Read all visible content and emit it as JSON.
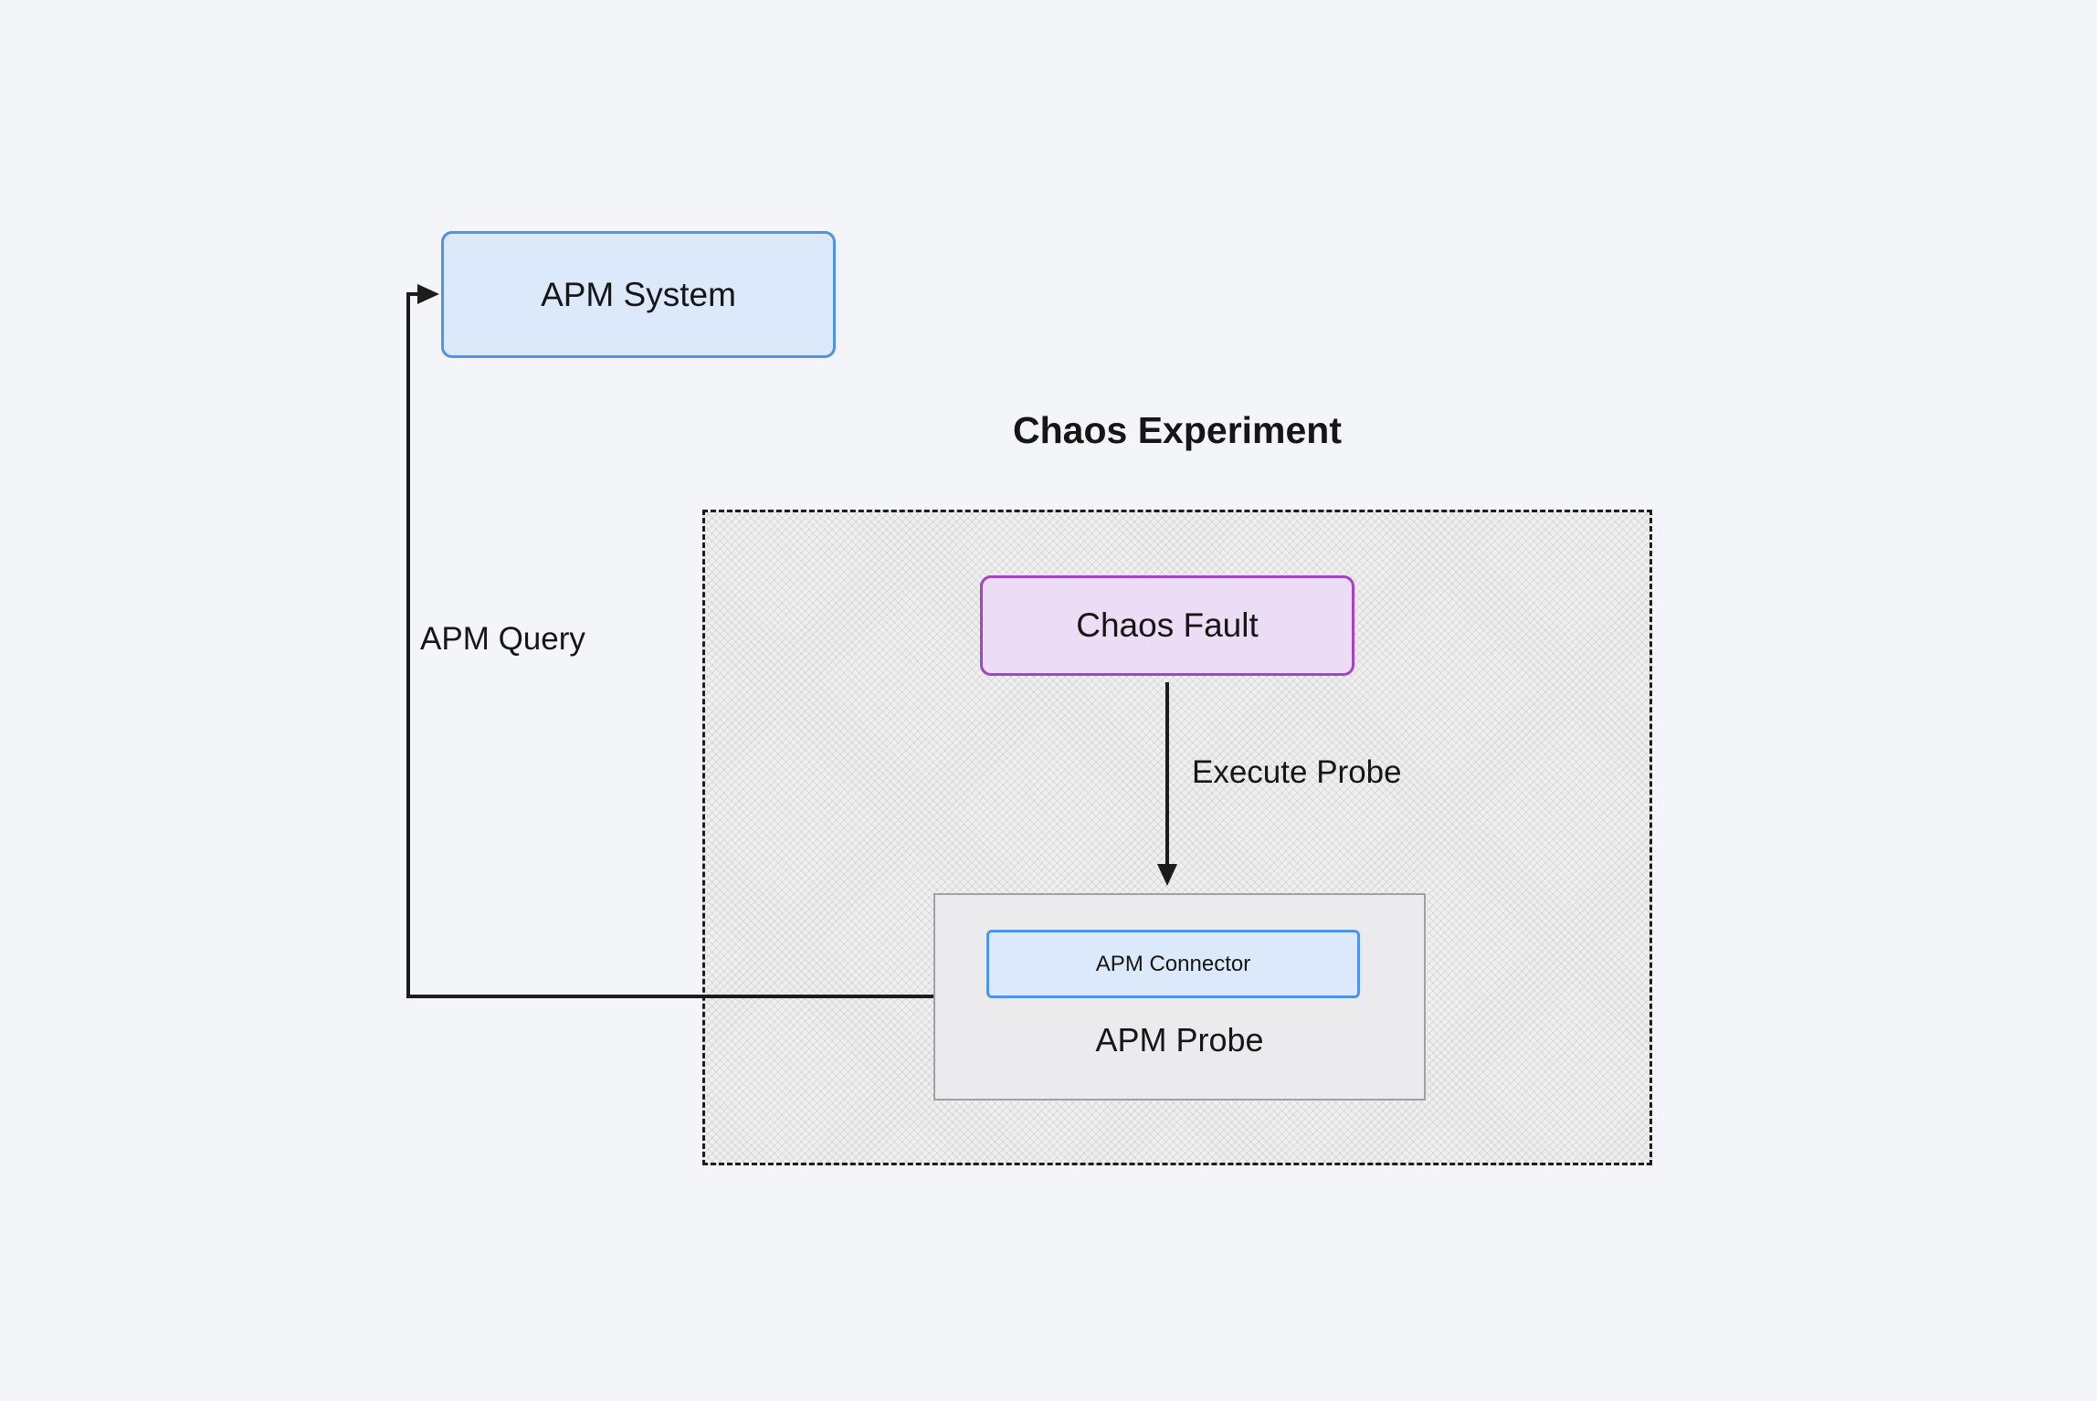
{
  "diagram": {
    "nodes": {
      "apm_system": {
        "label": "APM System",
        "fill": "#dbe9fb",
        "border": "#4f92e6"
      },
      "chaos_fault": {
        "label": "Chaos Fault",
        "fill": "#ecdcf5",
        "border": "#a243c9"
      },
      "apm_probe": {
        "label": "APM Probe",
        "fill": "#ebebed",
        "border": "#9fa1a6"
      },
      "apm_connector": {
        "label": "APM Connector",
        "fill": "#dbe9fb",
        "border": "#4f92e6"
      }
    },
    "regions": {
      "chaos_experiment": {
        "title": "Chaos Experiment",
        "border_style": "dashed",
        "border_color": "#1c1c1c",
        "fill": "hatched-gray"
      }
    },
    "edges": {
      "execute_probe": {
        "label": "Execute Probe",
        "from": "chaos_fault",
        "to": "apm_probe",
        "direction": "down"
      },
      "apm_query": {
        "label": "APM Query",
        "from": "apm_probe",
        "to": "apm_system",
        "direction": "left-then-up"
      }
    },
    "colors": {
      "background": "#f3f5f8",
      "line": "#1c1c1c",
      "text": "#161616"
    }
  }
}
